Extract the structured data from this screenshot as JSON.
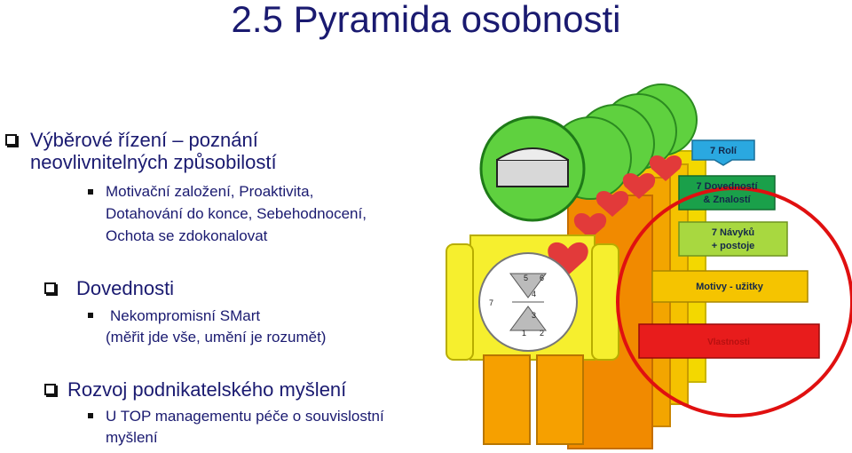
{
  "title": "2.5  Pyramida osobnosti",
  "sections": [
    {
      "heading_lines": [
        "Výběrové řízení – poznání",
        "neovlivnitelných způsobilostí"
      ],
      "bullet_lines": [
        "Motivační založení, Proaktivita,",
        "Dotahování do konce, Sebehodnocení,",
        "Ochota se zdokonalovat"
      ]
    },
    {
      "heading_lines": [
        "Dovednosti"
      ],
      "bullet_lines": [
        "Nekompromisní SMart",
        "(měřit jde vše, umění je rozumět)"
      ]
    },
    {
      "heading_lines": [
        "Rozvoj podnikatelského myšlení"
      ],
      "bullet_lines": [
        "U TOP managementu péče o souvislostní",
        "myšlení"
      ]
    }
  ],
  "pyramid_labels": [
    {
      "lines": [
        "7 Rolí"
      ]
    },
    {
      "lines": [
        "7 Dovedností",
        "& Znalostí"
      ]
    },
    {
      "lines": [
        "7 Návyků",
        "+ postoje"
      ]
    },
    {
      "lines": [
        "Motivy - užitky"
      ]
    },
    {
      "lines": [
        "Vlastnosti"
      ]
    }
  ],
  "hourglass_numbers": [
    "5",
    "6",
    "4",
    "3",
    "1",
    "2",
    "7"
  ],
  "colors": {
    "title": "#1a1a70",
    "text": "#1a1a70",
    "level1": "#2aa8e0",
    "level2": "#1aa04a",
    "level3": "#a8d840",
    "level4": "#f5c400",
    "level5": "#e81c1c",
    "figure_body": "#f6ef2e",
    "head_green": "#5fd13f",
    "heart": "#e23a3a",
    "circle_red": "#e01010"
  },
  "icons": {
    "section_bullet": "hollow-square-icon",
    "sub_bullet": "filled-square-icon"
  }
}
